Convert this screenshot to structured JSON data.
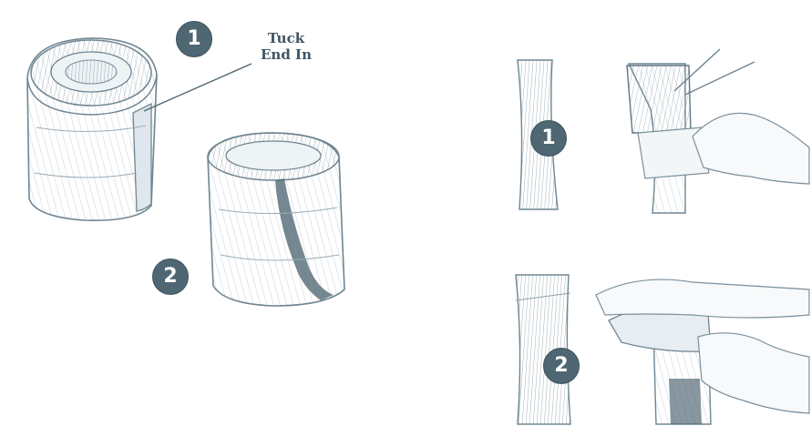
{
  "bandage_roll_panel": {
    "callout_line_1": "Tuck",
    "callout_line_2": "End In",
    "step_1_number": "1",
    "step_2_number": "2"
  },
  "tree_wrap_panel": {
    "step_1_number": "1",
    "step_2_number": "2"
  },
  "colors": {
    "badge_fill": "#4f6673",
    "ink": "#3f5563",
    "sketch_line": "#6f8592",
    "sketch_shade": "#dfe7ec"
  }
}
